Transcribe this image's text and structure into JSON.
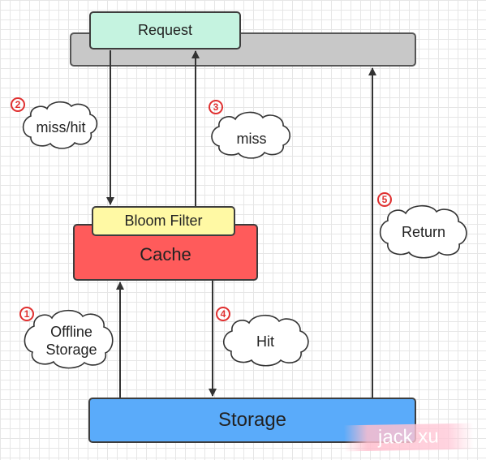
{
  "nodes": {
    "request": "Request",
    "bloom_filter": "Bloom Filter",
    "cache": "Cache",
    "storage": "Storage"
  },
  "steps": [
    {
      "number": "1",
      "label": "Offline Storage"
    },
    {
      "number": "2",
      "label": "miss/hit"
    },
    {
      "number": "3",
      "label": "miss"
    },
    {
      "number": "4",
      "label": "Hit"
    },
    {
      "number": "5",
      "label": "Return"
    }
  ],
  "watermark": "jack xu",
  "colors": {
    "request": "#c5f3e0",
    "request_bar": "#c8c8c8",
    "bloom_filter": "#fff9a4",
    "cache": "#ff5b5b",
    "storage": "#5aabfa",
    "step_number": "#e03030"
  }
}
